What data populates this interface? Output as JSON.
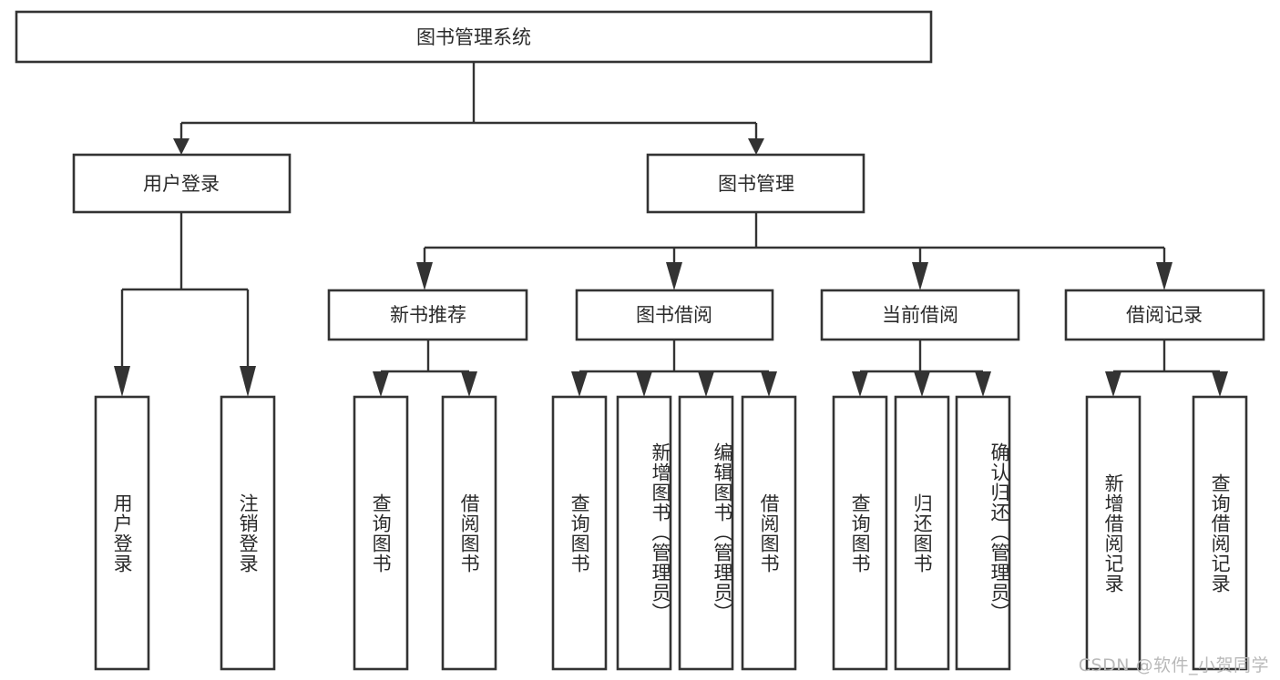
{
  "diagram": {
    "title": "图书管理系统",
    "type": "tree-hierarchy-diagram",
    "colors": {
      "box_fill": "#ffffff",
      "box_stroke": "#333333",
      "text": "#2a2a2a",
      "background": "#ffffff",
      "watermark": "#b9b9b9"
    },
    "root": {
      "label": "图书管理系统"
    },
    "level2": [
      {
        "label": "用户登录"
      },
      {
        "label": "图书管理"
      }
    ],
    "level3": [
      {
        "label": "新书推荐"
      },
      {
        "label": "图书借阅"
      },
      {
        "label": "当前借阅"
      },
      {
        "label": "借阅记录"
      }
    ],
    "leaves": {
      "user_login": [
        {
          "label": "用户登录"
        },
        {
          "label": "注销登录"
        }
      ],
      "new_book_recommend": [
        {
          "label": "查询图书"
        },
        {
          "label": "借阅图书"
        }
      ],
      "book_borrow": [
        {
          "label": "查询图书"
        },
        {
          "label": "新增图书（管理员）"
        },
        {
          "label": "编辑图书（管理员）"
        },
        {
          "label": "借阅图书"
        }
      ],
      "current_borrow": [
        {
          "label": "查询图书"
        },
        {
          "label": "归还图书"
        },
        {
          "label": "确认归还（管理员）"
        }
      ],
      "borrow_record": [
        {
          "label": "新增借阅记录"
        },
        {
          "label": "查询借阅记录"
        }
      ]
    }
  },
  "watermark": {
    "text": "CSDN @软件_小贺同学"
  }
}
